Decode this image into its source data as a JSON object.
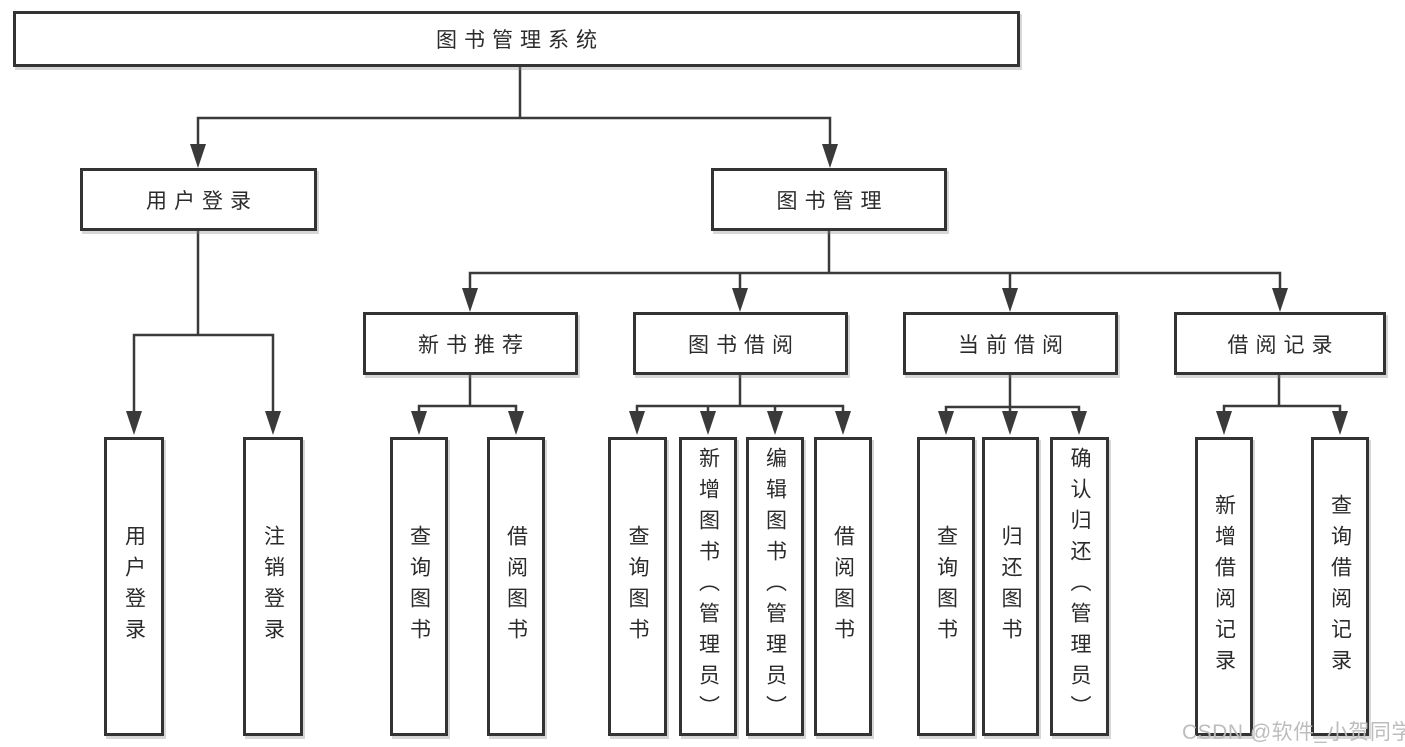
{
  "diagram": {
    "root": "图书管理系统",
    "level2": [
      "用户登录",
      "图书管理"
    ],
    "level3": [
      "新书推荐",
      "图书借阅",
      "当前借阅",
      "借阅记录"
    ],
    "leaves": [
      "用户登录",
      "注销登录",
      "查询图书",
      "借阅图书",
      "查询图书",
      "新增图书（管理员）",
      "编辑图书（管理员）",
      "借阅图书",
      "查询图书",
      "归还图书",
      "确认归还（管理员）",
      "新增借阅记录",
      "查询借阅记录"
    ]
  },
  "watermark": "CSDN @软件_小贺同学",
  "colors": {
    "line": "#3a3a3a",
    "border": "#333333",
    "text": "#2b2b2b",
    "background": "#ffffff",
    "watermark": "#bdbdbd"
  }
}
